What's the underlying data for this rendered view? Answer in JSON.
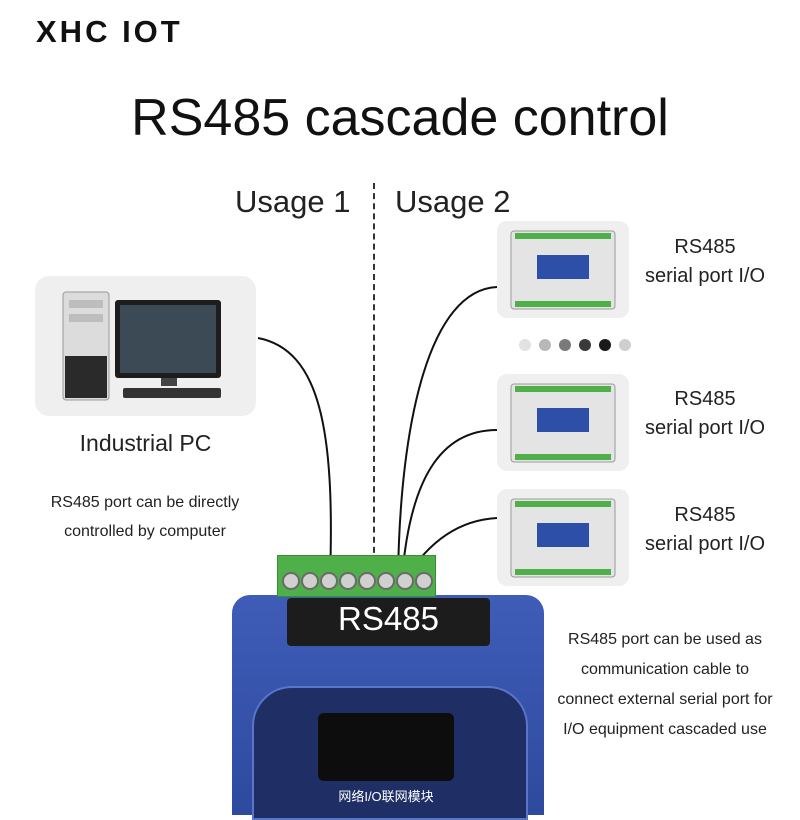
{
  "brand": "XHC IOT",
  "title": "RS485 cascade control",
  "usage1": "Usage 1",
  "usage2": "Usage 2",
  "pc": {
    "label": "Industrial PC",
    "desc_line1": "RS485 port can be directly",
    "desc_line2": "controlled by computer"
  },
  "io_modules": [
    {
      "line1": "RS485",
      "line2": "serial port I/O"
    },
    {
      "line1": "RS485",
      "line2": "serial port I/O"
    },
    {
      "line1": "RS485",
      "line2": "serial port I/O"
    }
  ],
  "cascade": {
    "line1": "RS485 port can be used as",
    "line2": "communication cable to",
    "line3": "connect external serial port for",
    "line4": "I/O equipment cascaded use"
  },
  "device": {
    "label": "RS485",
    "plate": "网络I/O联网模块"
  },
  "colors": {
    "device_blue": "#3f5cb8",
    "terminal_green": "#4fb04a",
    "card_gray": "#efefef"
  }
}
